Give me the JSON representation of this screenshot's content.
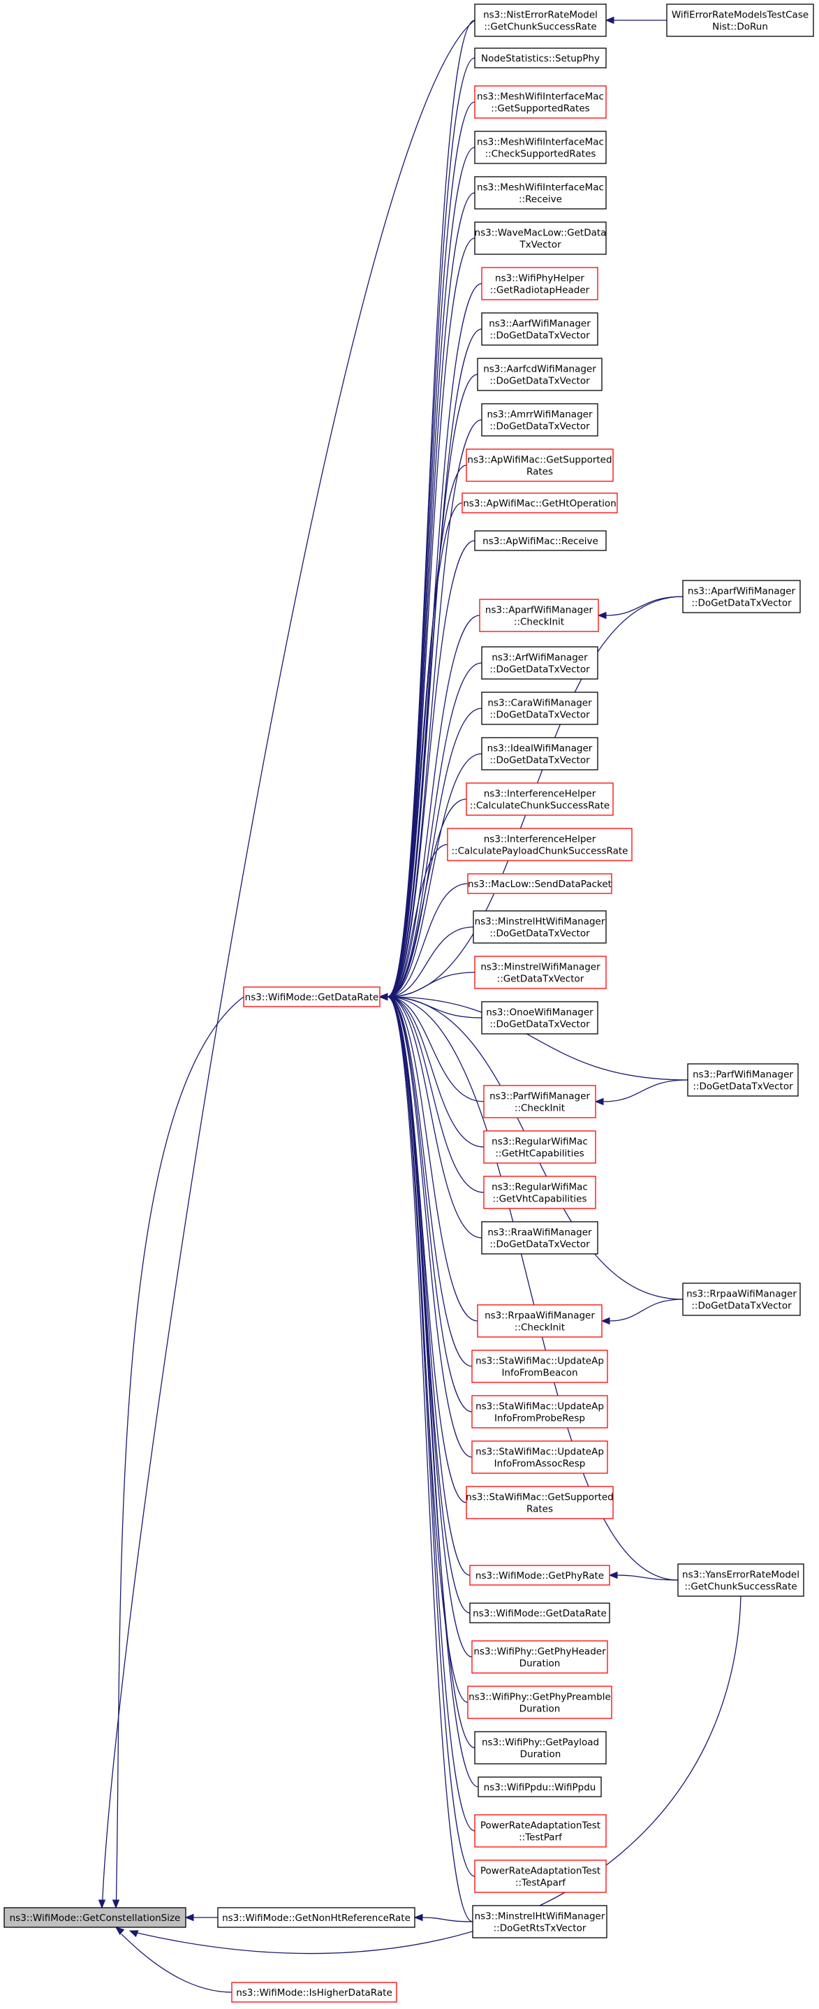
{
  "colors": {
    "edge": "#191970",
    "border_normal": "#000000",
    "border_red": "#ff0000",
    "focus_fill": "#bfbfbf",
    "background": "#ffffff"
  },
  "nodes": [
    {
      "id": "gcs",
      "lines": [
        "ns3::WifiMode::GetConstellationSize"
      ],
      "style": "focus"
    },
    {
      "id": "gdr",
      "lines": [
        "ns3::WifiMode::GetDataRate"
      ],
      "style": "red"
    },
    {
      "id": "gnhtr",
      "lines": [
        "ns3::WifiMode::GetNonHtReferenceRate"
      ],
      "style": "black"
    },
    {
      "id": "ihdr",
      "lines": [
        "ns3::WifiMode::IsHigherDataRate"
      ],
      "style": "red"
    },
    {
      "id": "nist",
      "lines": [
        "ns3::NistErrorRateModel",
        "::GetChunkSuccessRate"
      ],
      "style": "black"
    },
    {
      "id": "werm",
      "lines": [
        "WifiErrorRateModelsTestCase",
        "Nist::DoRun"
      ],
      "style": "black"
    },
    {
      "id": "nodestats",
      "lines": [
        "NodeStatistics::SetupPhy"
      ],
      "style": "black"
    },
    {
      "id": "mesh1",
      "lines": [
        "ns3::MeshWifiInterfaceMac",
        "::GetSupportedRates"
      ],
      "style": "red"
    },
    {
      "id": "mesh2",
      "lines": [
        "ns3::MeshWifiInterfaceMac",
        "::CheckSupportedRates"
      ],
      "style": "black"
    },
    {
      "id": "mesh3",
      "lines": [
        "ns3::MeshWifiInterfaceMac",
        "::Receive"
      ],
      "style": "black"
    },
    {
      "id": "wave",
      "lines": [
        "ns3::WaveMacLow::GetData",
        "TxVector"
      ],
      "style": "black"
    },
    {
      "id": "wphyh",
      "lines": [
        "ns3::WifiPhyHelper",
        "::GetRadiotapHeader"
      ],
      "style": "red"
    },
    {
      "id": "aarf",
      "lines": [
        "ns3::AarfWifiManager",
        "::DoGetDataTxVector"
      ],
      "style": "black"
    },
    {
      "id": "aarfcd",
      "lines": [
        "ns3::AarfcdWifiManager",
        "::DoGetDataTxVector"
      ],
      "style": "black"
    },
    {
      "id": "amrr",
      "lines": [
        "ns3::AmrrWifiManager",
        "::DoGetDataTxVector"
      ],
      "style": "black"
    },
    {
      "id": "apsr",
      "lines": [
        "ns3::ApWifiMac::GetSupported",
        "Rates"
      ],
      "style": "red"
    },
    {
      "id": "apht",
      "lines": [
        "ns3::ApWifiMac::GetHtOperation"
      ],
      "style": "red"
    },
    {
      "id": "aprecv",
      "lines": [
        "ns3::ApWifiMac::Receive"
      ],
      "style": "black"
    },
    {
      "id": "aparfci",
      "lines": [
        "ns3::AparfWifiManager",
        "::CheckInit"
      ],
      "style": "red"
    },
    {
      "id": "aparfdo",
      "lines": [
        "ns3::AparfWifiManager",
        "::DoGetDataTxVector"
      ],
      "style": "black"
    },
    {
      "id": "arf",
      "lines": [
        "ns3::ArfWifiManager",
        "::DoGetDataTxVector"
      ],
      "style": "black"
    },
    {
      "id": "cara",
      "lines": [
        "ns3::CaraWifiManager",
        "::DoGetDataTxVector"
      ],
      "style": "black"
    },
    {
      "id": "ideal",
      "lines": [
        "ns3::IdealWifiManager",
        "::DoGetDataTxVector"
      ],
      "style": "black"
    },
    {
      "id": "ihcc",
      "lines": [
        "ns3::InterferenceHelper",
        "::CalculateChunkSuccessRate"
      ],
      "style": "red"
    },
    {
      "id": "ihcp",
      "lines": [
        "ns3::InterferenceHelper",
        "::CalculatePayloadChunkSuccessRate"
      ],
      "style": "red"
    },
    {
      "id": "maclow",
      "lines": [
        "ns3::MacLow::SendDataPacket"
      ],
      "style": "red"
    },
    {
      "id": "minht",
      "lines": [
        "ns3::MinstrelHtWifiManager",
        "::DoGetDataTxVector"
      ],
      "style": "black"
    },
    {
      "id": "minst",
      "lines": [
        "ns3::MinstrelWifiManager",
        "::GetDataTxVector"
      ],
      "style": "red"
    },
    {
      "id": "onoe",
      "lines": [
        "ns3::OnoeWifiManager",
        "::DoGetDataTxVector"
      ],
      "style": "black"
    },
    {
      "id": "parfdo",
      "lines": [
        "ns3::ParfWifiManager",
        "::DoGetDataTxVector"
      ],
      "style": "black"
    },
    {
      "id": "parfci",
      "lines": [
        "ns3::ParfWifiManager",
        "::CheckInit"
      ],
      "style": "red"
    },
    {
      "id": "reght",
      "lines": [
        "ns3::RegularWifiMac",
        "::GetHtCapabilities"
      ],
      "style": "red"
    },
    {
      "id": "regvht",
      "lines": [
        "ns3::RegularWifiMac",
        "::GetVhtCapabilities"
      ],
      "style": "red"
    },
    {
      "id": "rraa",
      "lines": [
        "ns3::RraaWifiManager",
        "::DoGetDataTxVector"
      ],
      "style": "black"
    },
    {
      "id": "rrpaado",
      "lines": [
        "ns3::RrpaaWifiManager",
        "::DoGetDataTxVector"
      ],
      "style": "black"
    },
    {
      "id": "rrpaaci",
      "lines": [
        "ns3::RrpaaWifiManager",
        "::CheckInit"
      ],
      "style": "red"
    },
    {
      "id": "sta1",
      "lines": [
        "ns3::StaWifiMac::UpdateAp",
        "InfoFromBeacon"
      ],
      "style": "red"
    },
    {
      "id": "sta2",
      "lines": [
        "ns3::StaWifiMac::UpdateAp",
        "InfoFromProbeResp"
      ],
      "style": "red"
    },
    {
      "id": "sta3",
      "lines": [
        "ns3::StaWifiMac::UpdateAp",
        "InfoFromAssocResp"
      ],
      "style": "red"
    },
    {
      "id": "sta4",
      "lines": [
        "ns3::StaWifiMac::GetSupported",
        "Rates"
      ],
      "style": "red"
    },
    {
      "id": "gphyrate",
      "lines": [
        "ns3::WifiMode::GetPhyRate"
      ],
      "style": "red"
    },
    {
      "id": "yans",
      "lines": [
        "ns3::YansErrorRateModel",
        "::GetChunkSuccessRate"
      ],
      "style": "black"
    },
    {
      "id": "gdr2",
      "lines": [
        "ns3::WifiMode::GetDataRate"
      ],
      "style": "black"
    },
    {
      "id": "phyh",
      "lines": [
        "ns3::WifiPhy::GetPhyHeader",
        "Duration"
      ],
      "style": "red"
    },
    {
      "id": "phyp",
      "lines": [
        "ns3::WifiPhy::GetPhyPreamble",
        "Duration"
      ],
      "style": "red"
    },
    {
      "id": "phypl",
      "lines": [
        "ns3::WifiPhy::GetPayload",
        "Duration"
      ],
      "style": "black"
    },
    {
      "id": "ppdu",
      "lines": [
        "ns3::WifiPpdu::WifiPpdu"
      ],
      "style": "black"
    },
    {
      "id": "prat1",
      "lines": [
        "PowerRateAdaptationTest",
        "::TestParf"
      ],
      "style": "red"
    },
    {
      "id": "prat2",
      "lines": [
        "PowerRateAdaptationTest",
        "::TestAparf"
      ],
      "style": "red"
    },
    {
      "id": "minhtrts",
      "lines": [
        "ns3::MinstrelHtWifiManager",
        "::DoGetRtsTxVector"
      ],
      "style": "black"
    }
  ]
}
